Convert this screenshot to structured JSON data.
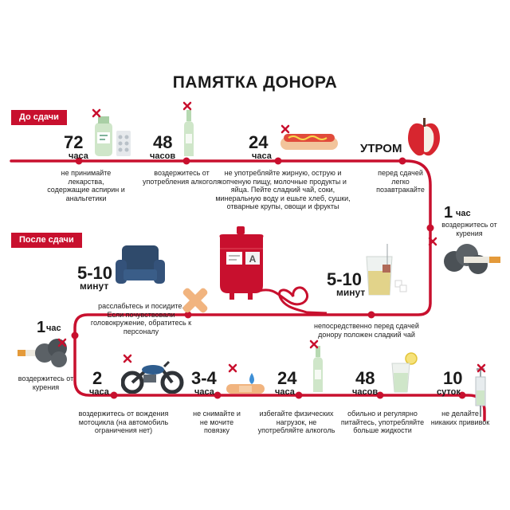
{
  "title": "ПАМЯТКА ДОНОРА",
  "sections": {
    "before": "До сдачи",
    "after": "После сдачи"
  },
  "before": [
    {
      "num": "72",
      "unit": "часа",
      "caption": "не принимайте лекарства, содержащие аспирин и анальгетики"
    },
    {
      "num": "48",
      "unit": "часов",
      "caption": "воздержитесь от употребления алкоголя"
    },
    {
      "num": "24",
      "unit": "часа",
      "caption": "не употребляйте жирную, острую и копченую пищу, молочные продукты и яйца. Пейте сладкий чай, соки, минеральную воду и ешьте хлеб, сушки, отварные крупы, овощи и фрукты"
    },
    {
      "num": "УТРОМ",
      "unit": "",
      "caption": "перед сдачей легко позавтракайте"
    },
    {
      "num": "1",
      "unit": "час",
      "caption": "воздержитесь от курения"
    },
    {
      "num": "5-10",
      "unit": "минут",
      "caption": "непосредственно перед сдачей донору положен сладкий чай"
    }
  ],
  "after": [
    {
      "num": "5-10",
      "unit": "минут",
      "caption": "расслабьтесь и посидите. Если почувствовали головокружение, обратитесь к персоналу"
    },
    {
      "num": "1",
      "unit": "час",
      "caption": "воздержитесь от курения"
    },
    {
      "num": "2",
      "unit": "часа",
      "caption": "воздержитесь от вождения мотоцикла (на автомобиль ограничения нет)"
    },
    {
      "num": "3-4",
      "unit": "часа",
      "caption": "не снимайте и не мочите повязку"
    },
    {
      "num": "24",
      "unit": "часа",
      "caption": "избегайте физических нагрузок, не употребляйте алкоголь"
    },
    {
      "num": "48",
      "unit": "часов",
      "caption": "обильно и регулярно питайтесь, употребляйте больше жидкости"
    },
    {
      "num": "10",
      "unit": "суток",
      "caption": "не делайте никаких прививок"
    }
  ],
  "bag_label": "A",
  "colors": {
    "accent": "#c8102e",
    "dark": "#3d4a5a",
    "grey": "#6b6f72",
    "bottle": "#cfe6c9"
  },
  "icons": [
    "pills-bottle-icon",
    "bottle-icon",
    "hotdog-icon",
    "apple-icon",
    "cigarette-icon",
    "tea-glass-icon",
    "blood-bag-icon",
    "armchair-icon",
    "bandage-cross-icon",
    "motorcycle-icon",
    "plaster-icon",
    "juice-glass-icon",
    "syringe-icon",
    "forbidden-x-icon"
  ]
}
